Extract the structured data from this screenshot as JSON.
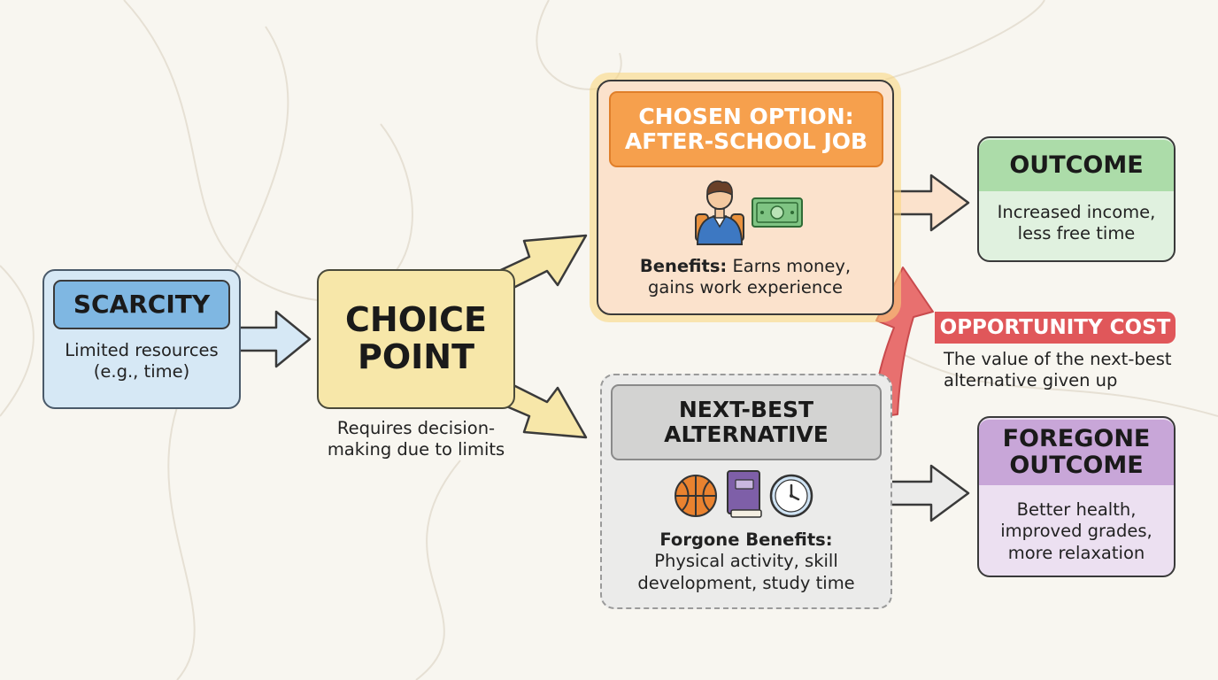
{
  "scarcity": {
    "title": "SCARCITY",
    "desc_1": "Limited resources",
    "desc_2": "(e.g., time)"
  },
  "choice_point": {
    "title_1": "CHOICE",
    "title_2": "POINT",
    "note_1": "Requires decision-",
    "note_2": "making due to limits"
  },
  "chosen_option": {
    "title_1": "CHOSEN OPTION:",
    "title_2": "AFTER-SCHOOL JOB",
    "benefits_label": "Benefits:",
    "benefits_text": " Earns money,",
    "benefits_text_2": "gains work experience",
    "icons": [
      "student-with-backpack-icon",
      "cash-icon"
    ]
  },
  "next_best": {
    "title_1": "NEXT-BEST",
    "title_2": "ALTERNATIVE",
    "benefits_label": "Forgone Benefits:",
    "benefits_text_1": "Physical activity, skill",
    "benefits_text_2": "development, study time",
    "icons": [
      "basketball-icon",
      "book-icon",
      "clock-icon"
    ]
  },
  "outcome": {
    "title": "OUTCOME",
    "desc_1": "Increased income,",
    "desc_2": "less free time"
  },
  "foregone_outcome": {
    "title_1": "FOREGONE",
    "title_2": "OUTCOME",
    "desc_1": "Better health,",
    "desc_2": "improved grades,",
    "desc_3": "more relaxation"
  },
  "opportunity_cost": {
    "title": "OPPORTUNITY COST",
    "desc_1": "The value of the next-best",
    "desc_2": "alternative given up"
  },
  "colors": {
    "scarcity_fill": "#d6e8f5",
    "scarcity_header": "#7fb7e2",
    "choice_fill": "#f7e7a9",
    "chosen_fill": "#fbe2cc",
    "chosen_header": "#f6a04d",
    "chosen_glow": "#f9d67a",
    "alt_fill": "#ebebea",
    "alt_header": "#d3d3d2",
    "outcome_fill": "#e0f1df",
    "outcome_header": "#acdca9",
    "foregone_fill": "#ece0f1",
    "foregone_header": "#c8a6d8",
    "opportunity_red": "#e0575a"
  }
}
